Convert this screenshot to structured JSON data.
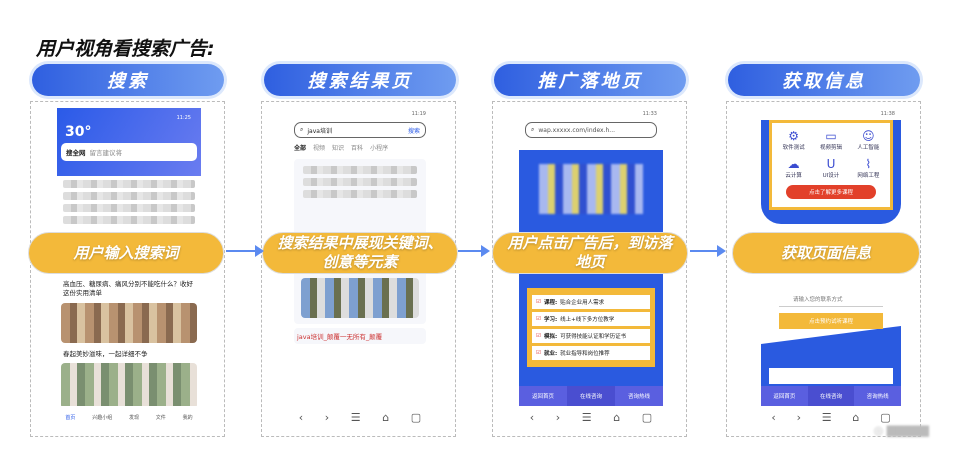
{
  "title": "用户视角看搜索广告:",
  "steps": [
    {
      "header": "搜索",
      "caption": "用户输入搜索词"
    },
    {
      "header": "搜索结果页",
      "caption": "搜索结果中展现关键词、创意等元素"
    },
    {
      "header": "推广落地页",
      "caption": "用户点击广告后，到访落地页"
    },
    {
      "header": "获取信息",
      "caption": "获取页面信息"
    }
  ],
  "phone1": {
    "temp": "30°",
    "search_brand": "搜全网",
    "search_placeholder": "留言建议将",
    "feed": [
      "高血压、糖尿病、痛风分别不能吃什么？收好这份实用清单",
      "春起美妙滋味，一起详细不争"
    ],
    "nav": [
      "首页",
      "兴趣小组",
      "发现",
      "文件",
      "我的"
    ]
  },
  "phone2": {
    "query": "java培训",
    "search_button": "搜索",
    "tabs": [
      "全部",
      "视频",
      "知识",
      "百科",
      "小程序"
    ],
    "result_title": "java培训_颠覆一无所有_颠覆"
  },
  "phone3": {
    "url": "wap.xxxxx.com/index.h...",
    "items": [
      {
        "k": "课程:",
        "v": "贴合企业用人需求"
      },
      {
        "k": "学习:",
        "v": "线上+线下多方位教学"
      },
      {
        "k": "模拟:",
        "v": "可获得技能认证和学历证书"
      },
      {
        "k": "就业:",
        "v": "就业指导和岗位推荐"
      }
    ],
    "bottom": [
      "返回首页",
      "在线咨询",
      "咨询热线"
    ]
  },
  "phone4": {
    "courses": [
      "软件测试",
      "视频剪辑",
      "人工智能",
      "云计算",
      "UI设计",
      "网络工程"
    ],
    "more_button": "点击了解更多课程",
    "contact_placeholder": "请输入您的联系方式",
    "book_button": "点击预约试听课程",
    "bottom": [
      "返回首页",
      "在线咨询",
      "咨询热线"
    ]
  },
  "colors": {
    "header_blue": "#2f5fe0",
    "caption_yellow": "#f3b93a",
    "landing_blue": "#2a5ae0"
  }
}
